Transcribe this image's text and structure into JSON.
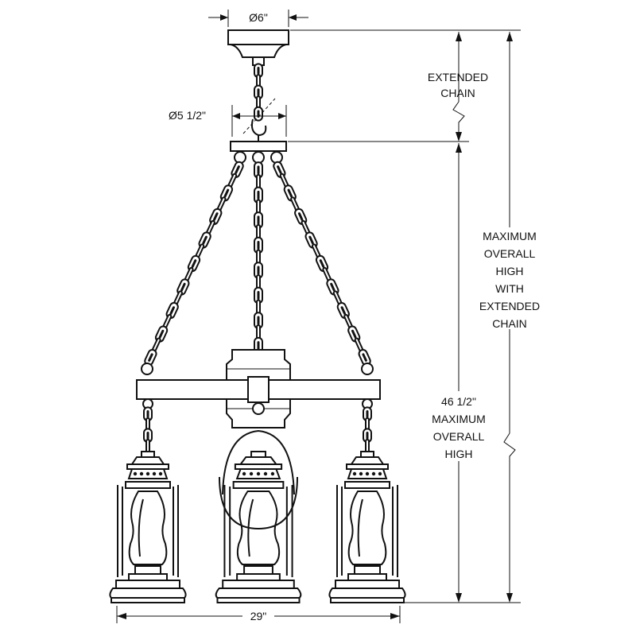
{
  "dimensions": {
    "canopy_diameter": "Ø6\"",
    "swivel_diameter": "Ø5 1/2\"",
    "extended_chain": [
      "EXTENDED",
      "CHAIN"
    ],
    "max_with_chain": [
      "MAXIMUM",
      "OVERALL",
      "HIGH",
      "WITH",
      "EXTENDED",
      "CHAIN"
    ],
    "max_overall": [
      "46 1/2\"",
      "MAXIMUM",
      "OVERALL",
      "HIGH"
    ],
    "width": "29\""
  },
  "colors": {
    "line": "#111111",
    "background": "#ffffff"
  }
}
